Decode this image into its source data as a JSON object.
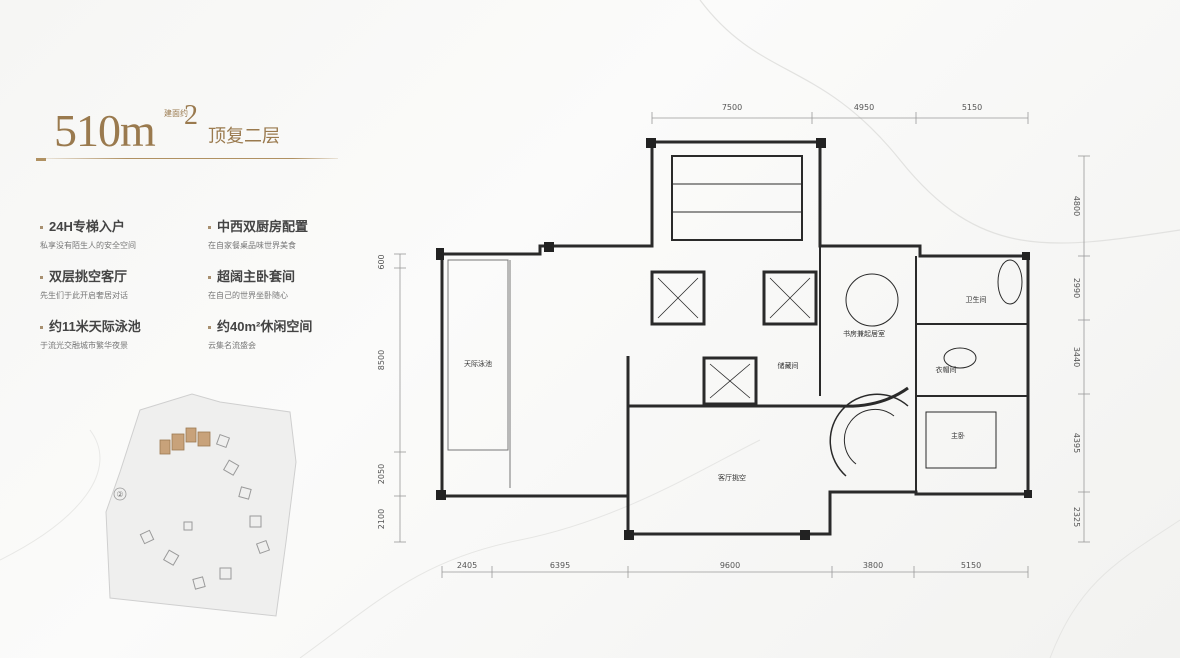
{
  "header": {
    "area": "510m",
    "area_sup": "2",
    "area_label": "建面约",
    "floor_name": "顶复二层"
  },
  "features": [
    {
      "title": "24H专梯入户",
      "subtitle": "私享没有陌生人的安全空间"
    },
    {
      "title": "中西双厨房配置",
      "subtitle": "在自家餐桌品味世界美食"
    },
    {
      "title": "双层挑空客厅",
      "subtitle": "先生们于此开启奢居对话"
    },
    {
      "title": "超阔主卧套间",
      "subtitle": "在自己的世界坐卧随心"
    },
    {
      "title": "约11米天际泳池",
      "subtitle": "于流光交融城市繁华夜景"
    },
    {
      "title": "约40m²休闲空间",
      "subtitle": "云集名流盛会"
    }
  ],
  "plan": {
    "rooms": {
      "pool": "天际泳池",
      "living_void": "客厅挑空",
      "study": "书房兼起居室",
      "bathroom": "卫生间",
      "cloakroom": "衣帽间",
      "master_bedroom": "主卧",
      "storage": "储藏间"
    },
    "dims_top": [
      "7500",
      "4950",
      "5150"
    ],
    "dims_bottom": [
      "2405",
      "6395",
      "9600",
      "3800",
      "5150"
    ],
    "dims_left": [
      "600",
      "8500",
      "2050",
      "2100"
    ],
    "dims_right": [
      "4800",
      "2990",
      "3440",
      "4395",
      "2325"
    ]
  },
  "sitemap": {
    "building_label": "②"
  }
}
